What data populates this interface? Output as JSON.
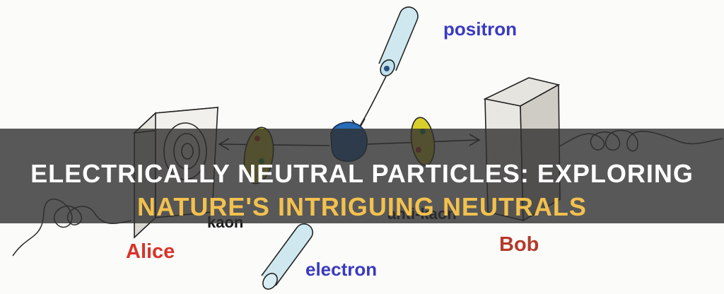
{
  "labels": {
    "positron": "positron",
    "electron": "electron",
    "alice": "Alice",
    "bob": "Bob",
    "kaon": "kaon",
    "antikaon": "anti-kaon"
  },
  "title": {
    "line1": "ELECTRICALLY NEUTRAL PARTICLES: EXPLORING",
    "line2": "NATURE'S INTRIGUING NEUTRALS"
  },
  "colors": {
    "positron": "#3a3ac0",
    "electron": "#3a3ac0",
    "alice": "#d8342a",
    "bob": "#b33a2a",
    "kaon": "#1a1a1a",
    "title_line1": "#ffffff",
    "title_line2": "#f2c14e"
  }
}
